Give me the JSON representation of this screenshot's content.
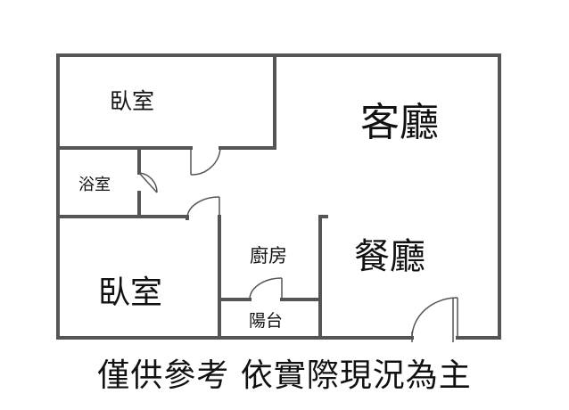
{
  "plan": {
    "rooms": {
      "bedroom_top": "臥室",
      "bathroom": "浴室",
      "bedroom_bottom": "臥室",
      "living_room": "客廳",
      "kitchen": "廚房",
      "dining_room": "餐廳",
      "balcony": "陽台"
    },
    "colors": {
      "wall": "#555555",
      "door": "#555555",
      "text": "#111111"
    }
  },
  "caption": "僅供參考 依實際現況為主"
}
